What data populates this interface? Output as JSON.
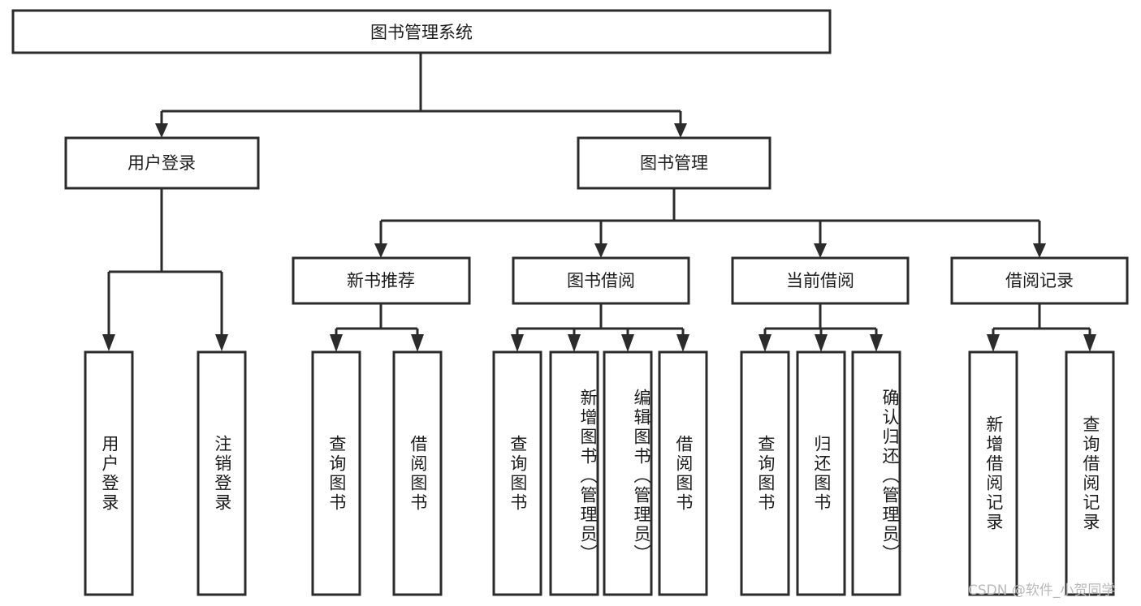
{
  "diagram": {
    "title": "图书管理系统",
    "type": "hierarchy-tree",
    "root": {
      "label": "图书管理系统",
      "level": 1
    },
    "level2": [
      {
        "label": "用户登录"
      },
      {
        "label": "图书管理"
      }
    ],
    "level3": [
      {
        "label": "新书推荐"
      },
      {
        "label": "图书借阅"
      },
      {
        "label": "当前借阅"
      },
      {
        "label": "借阅记录"
      }
    ],
    "leaves": {
      "user_login": [
        {
          "label": "用户登录"
        },
        {
          "label": "注销登录"
        }
      ],
      "new_book_recommend": [
        {
          "label": "查询图书"
        },
        {
          "label": "借阅图书"
        }
      ],
      "book_borrow": [
        {
          "label": "查询图书"
        },
        {
          "label": "新增图书（管理员）"
        },
        {
          "label": "编辑图书（管理员）"
        },
        {
          "label": "借阅图书"
        }
      ],
      "current_borrow": [
        {
          "label": "查询图书"
        },
        {
          "label": "归还图书"
        },
        {
          "label": "确认归还（管理员）"
        }
      ],
      "borrow_record": [
        {
          "label": "新增借阅记录"
        },
        {
          "label": "查询借阅记录"
        }
      ]
    },
    "watermark": "CSDN @软件_小贺同学",
    "colors": {
      "box_stroke": "#2b2b2b",
      "box_fill": "#ffffff",
      "text": "#1c1c1c",
      "background": "#ffffff",
      "watermark": "#b9b9b9"
    }
  }
}
